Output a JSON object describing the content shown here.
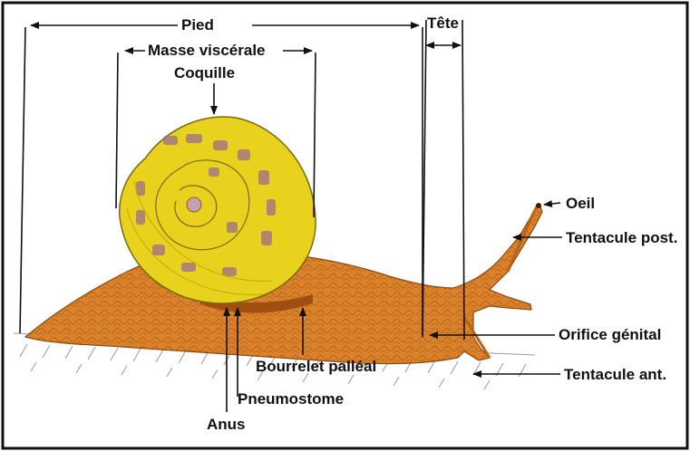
{
  "labels": {
    "pied": "Pied",
    "tete": "Tête",
    "masse_viscerale": "Masse viscérale",
    "coquille": "Coquille",
    "oeil": "Oeil",
    "tentacule_post": "Tentacule post.",
    "orifice_genital": "Orifice génital",
    "tentacule_ant": "Tentacule ant.",
    "bourrelet_palleal": "Bourrelet palléal",
    "pneumostome": "Pneumostome",
    "anus": "Anus"
  },
  "colors": {
    "shell": "#e8d21e",
    "shell_spots": "#9c6e8a",
    "body": "#d9822b",
    "body_dark": "#b86518",
    "ground_hatch": "#9a9a9a",
    "lines": "#111111"
  }
}
